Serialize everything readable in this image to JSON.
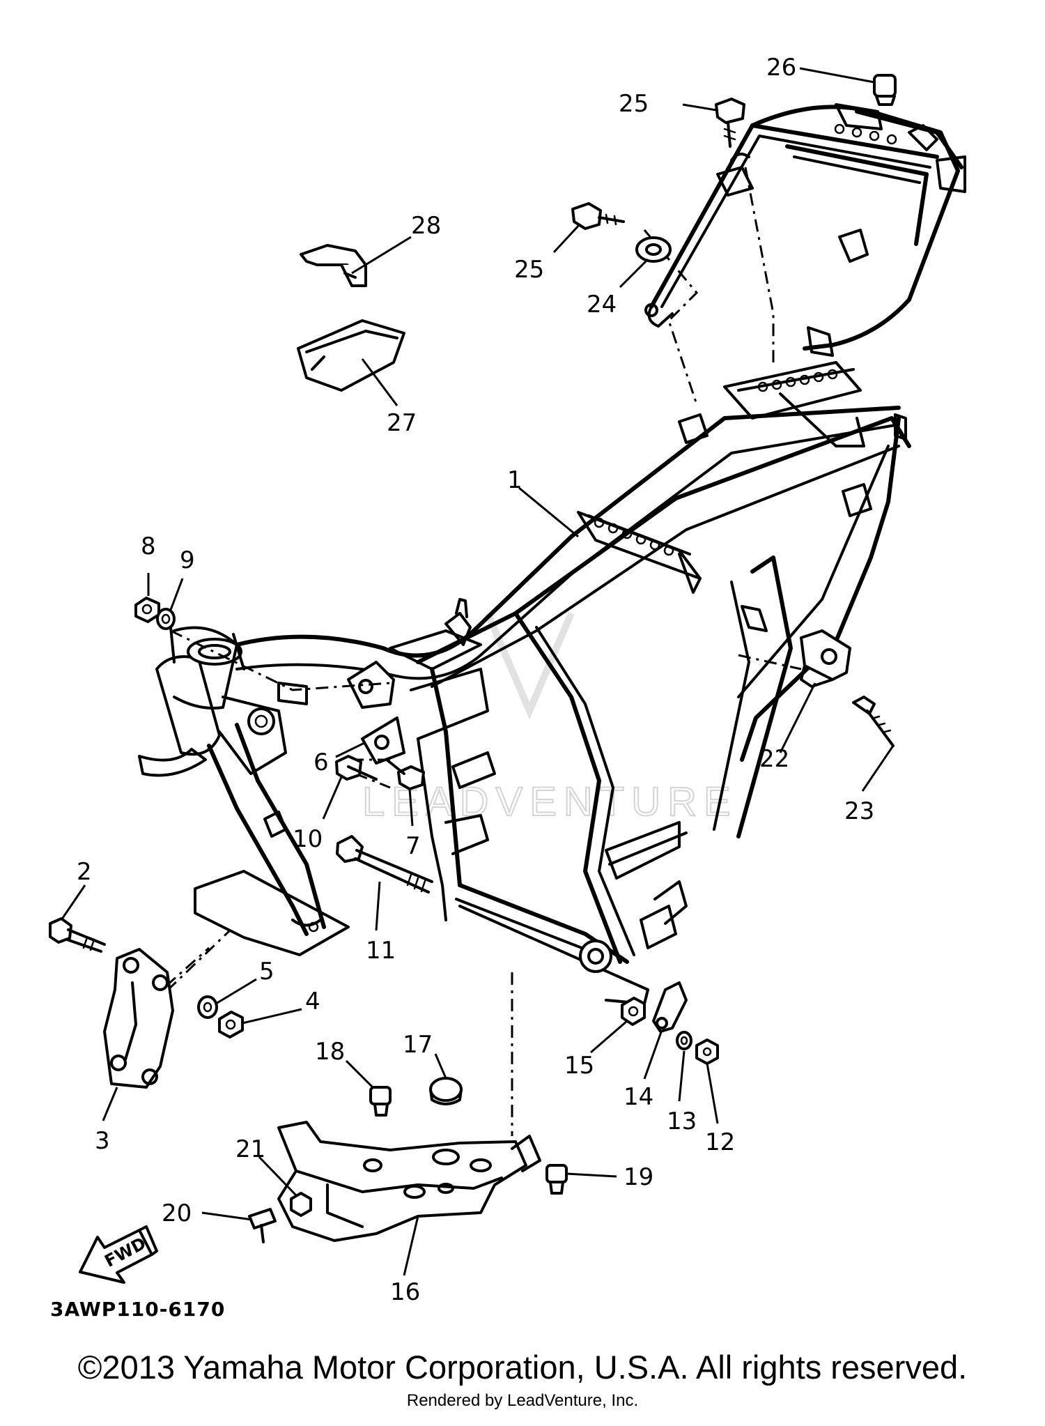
{
  "diagram": {
    "code": "3AWP110-6170",
    "direction_label": "FWD",
    "watermark": "LEADVENTURE",
    "part_labels": [
      "1",
      "2",
      "3",
      "4",
      "5",
      "6",
      "7",
      "8",
      "9",
      "10",
      "11",
      "12",
      "13",
      "14",
      "15",
      "16",
      "17",
      "18",
      "19",
      "20",
      "21",
      "22",
      "23",
      "24",
      "25",
      "26",
      "27",
      "28"
    ]
  },
  "footer": {
    "copyright": "©2013 Yamaha Motor Corporation, U.S.A. All rights reserved.",
    "rendered_by": "Rendered by LeadVenture, Inc."
  }
}
